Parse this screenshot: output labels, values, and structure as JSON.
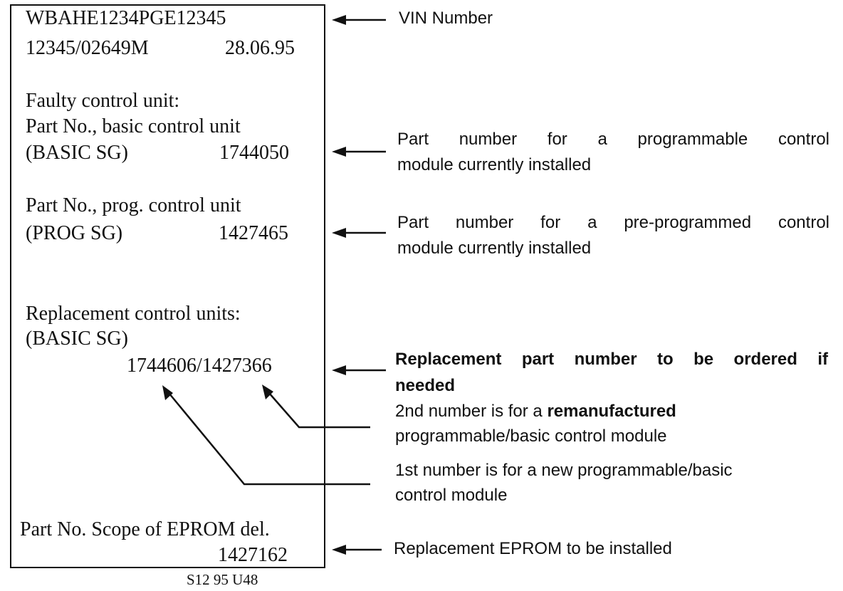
{
  "label": {
    "vin": "WBAHE1234PGE12345",
    "code": "12345/02649M",
    "date": "28.06.95",
    "faulty_heading": "Faulty control unit:",
    "basic_part_label": "Part No., basic control unit",
    "basic_sg": "(BASIC SG)",
    "basic_number": "1744050",
    "prog_part_label": "Part No., prog. control unit",
    "prog_sg": "(PROG SG)",
    "prog_number": "1427465",
    "replacement_heading": "Replacement control units:",
    "replacement_sg": "(BASIC SG)",
    "replacement_numbers": "1744606/1427366",
    "eprom_label": "Part No. Scope of EPROM del.",
    "eprom_number": "1427162"
  },
  "callouts": {
    "vin": "VIN Number",
    "basic_line1": "Part number for a programmable control",
    "basic_line2": "module currently installed",
    "prog_line1": "Part number for a pre-programmed control",
    "prog_line2": "module currently installed",
    "replacement_line1": "Replacement part number to be ordered if",
    "replacement_line2": "needed",
    "second_line1_a": "2nd number is for a ",
    "second_line1_b": "remanufactured",
    "second_line2": "programmable/basic control module",
    "first_line1": "1st number is for a new programmable/basic",
    "first_line2": "control module",
    "eprom": "Replacement EPROM to be installed"
  },
  "figure_code": "S12 95 U48"
}
